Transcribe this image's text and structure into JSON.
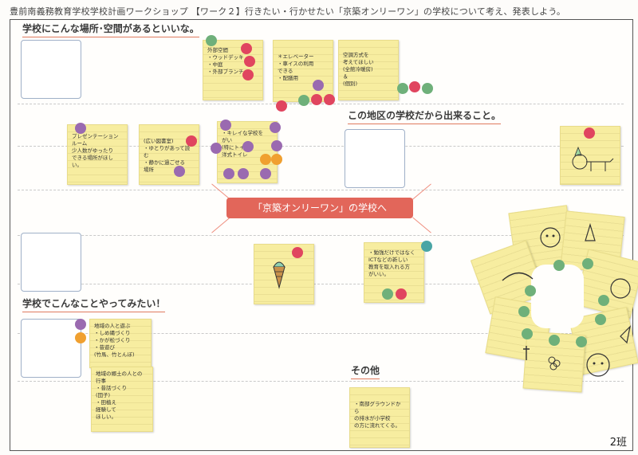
{
  "header": {
    "title": "豊前南義務教育学校学校計画ワークショップ 【ワーク２】行きたい・行かせたい「京築オンリーワン」の学校について考え、発表しよう。"
  },
  "sections": {
    "place": "学校にこんな場所･空間があるといいな。",
    "region": "この地区の学校だから出来ること。",
    "activity": "学校でこんなことやってみたい！",
    "other": "その他"
  },
  "theme": "「京築オンリーワン」の学校へ",
  "class_label": "2班",
  "notes": [
    {
      "id": "n1",
      "text": "外部空間\n・ウッドデッキ\n・中庭\n・外部ブランチ"
    },
    {
      "id": "n2",
      "text": "＊エレベーター\n・車イスの利用\nできる\n・配膳用"
    },
    {
      "id": "n3",
      "text": "空調方式を\n考えてほしい\n(全館冷暖房)\n＆\n(個別)"
    },
    {
      "id": "n4",
      "text": "プレゼンテーションルーム\n少人数がゆったり\nできる場所がほしい。"
    },
    {
      "id": "n5",
      "text": "(広い図書室)\n・ゆとりがあって読む\n・静かに過ごせる\n場所"
    },
    {
      "id": "n6",
      "text": "・キレイな学校を\nがい\n(特にトイレ)\n洋式トイレ"
    },
    {
      "id": "n7",
      "text": ""
    },
    {
      "id": "n8",
      "text": "・勉強だけではなく\nICTなどの新しい\n教育を取入れる方\nがいい。"
    },
    {
      "id": "n9",
      "text": ""
    },
    {
      "id": "n10",
      "text": "地域の人と遊ぶ\n・しめ縄づくり\n・かが松づくり\n・昔遊び\n(竹馬、竹とんぼ)"
    },
    {
      "id": "n11",
      "text": "地域の郷土の人との\n行事\n・昔話づくり\n(団子)\n・田植え\n経験して\nほしい。"
    },
    {
      "id": "n12",
      "text": "・南部グラウンドから\nの排水が小学校\nの方に流れてくる。"
    }
  ],
  "colors": {
    "accent_red": "#e2665a",
    "note_yellow": "#f7eda0",
    "dot_red": "#e0455f",
    "dot_purple": "#9a6ab0",
    "dot_green": "#6fb07a",
    "dot_orange": "#f0a030",
    "dot_teal": "#49a5a5"
  }
}
